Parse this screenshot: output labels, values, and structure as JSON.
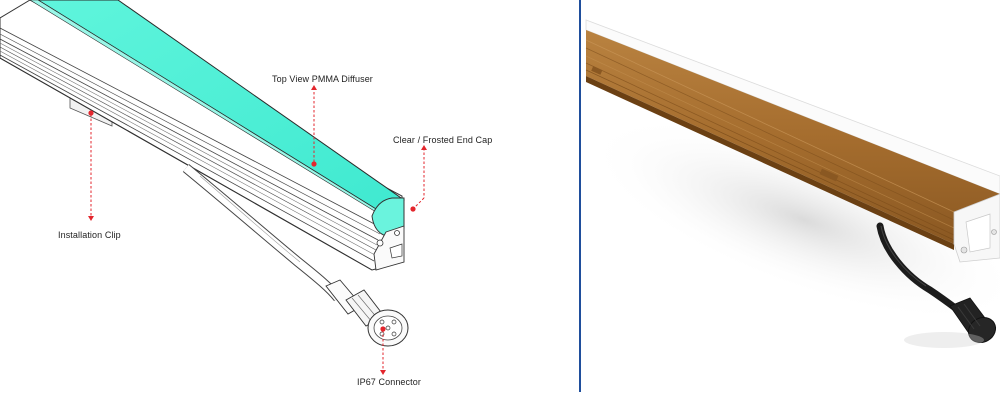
{
  "callouts": {
    "diffuser": "Top View PMMA Diffuser",
    "end_cap": "Clear / Frosted End Cap",
    "clip": "Installation Clip",
    "connector": "IP67 Connector"
  },
  "colors": {
    "diffuser": "#4ff2d6",
    "callout_line": "#e3262d",
    "divider": "#1f4e9c",
    "wood": "#a7702f",
    "cable": "#1c1c1c"
  }
}
